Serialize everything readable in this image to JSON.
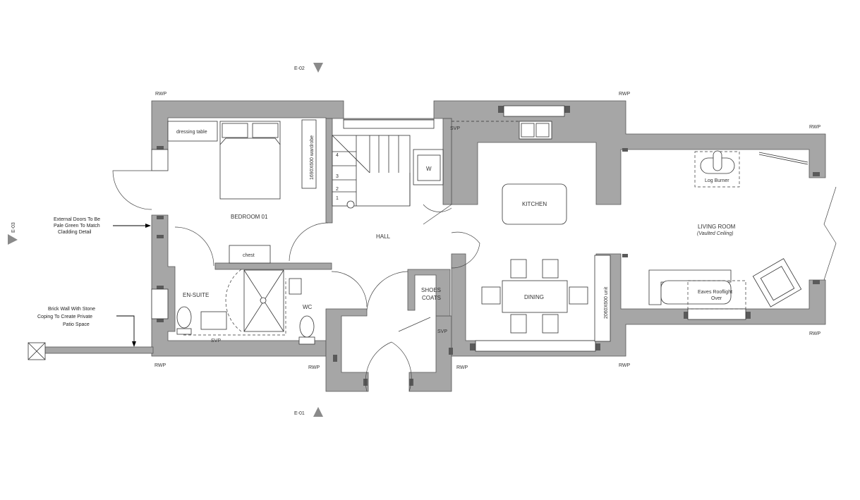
{
  "section_markers": {
    "e02": "E-02",
    "e01": "E-01",
    "e03": "E-03"
  },
  "rooms": {
    "bedroom": "BEDROOM 01",
    "hall": "HALL",
    "kitchen": "KITCHEN",
    "living": "LIVING ROOM",
    "living_sub": "(Vaulted Ceiling)",
    "ensuite": "EN-SUITE",
    "wc": "WC",
    "dining": "DINING",
    "shoes": "SHOES",
    "coats": "COATS"
  },
  "furniture": {
    "dressing_table": "dressing table",
    "wardrobe": "1690X600 wardrobe",
    "chest": "chest",
    "log_burner": "Log Burner",
    "rooflight_1": "Eaves Rooflight",
    "rooflight_2": "Over",
    "unit": "2060X600 unit",
    "washer": "W"
  },
  "tags": {
    "rwp": "RWP",
    "svp": "SVP"
  },
  "stair_numbers": [
    "1",
    "2",
    "3",
    "4"
  ],
  "annotations": {
    "doors": [
      "External Doors To Be",
      "Pale Green To Match",
      "Cladding Detail"
    ],
    "wall": [
      "Brick Wall With Stone",
      "Coping To Create Private",
      "Patio Space"
    ]
  }
}
